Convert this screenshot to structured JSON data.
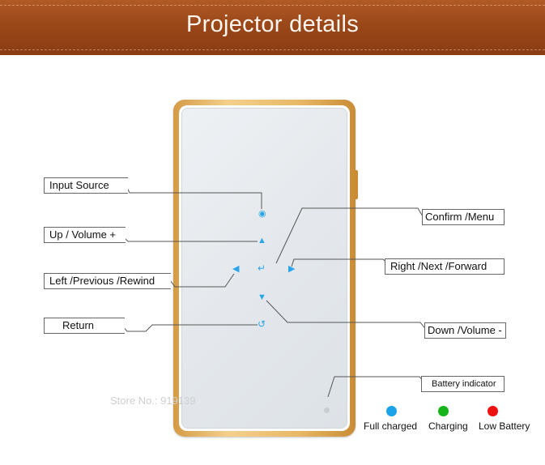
{
  "banner": {
    "title": "Projector details"
  },
  "labels": {
    "input_source": "Input Source",
    "up_volume": "Up / Volume +",
    "left_prev": "Left /Previous /Rewind",
    "return": "Return",
    "confirm_menu": "Confirm /Menu",
    "right_next": "Right /Next /Forward",
    "down_volume": "Down /Volume -",
    "battery_indicator": "Battery indicator"
  },
  "watermark": "Store No.: 919139",
  "legend": [
    {
      "label": "Full charged",
      "color": "#1aa3e8"
    },
    {
      "label": "Charging",
      "color": "#17b31a"
    },
    {
      "label": "Low Battery",
      "color": "#ee1111"
    }
  ],
  "icons": {
    "input": "input-source-icon",
    "up": "up-arrow-icon",
    "left": "left-arrow-icon",
    "right": "right-arrow-icon",
    "down": "down-arrow-icon",
    "confirm": "enter-icon",
    "return": "return-icon",
    "battery": "battery-led-icon"
  },
  "accent_color": "#2aa6e8",
  "banner_color": "#9a4719"
}
